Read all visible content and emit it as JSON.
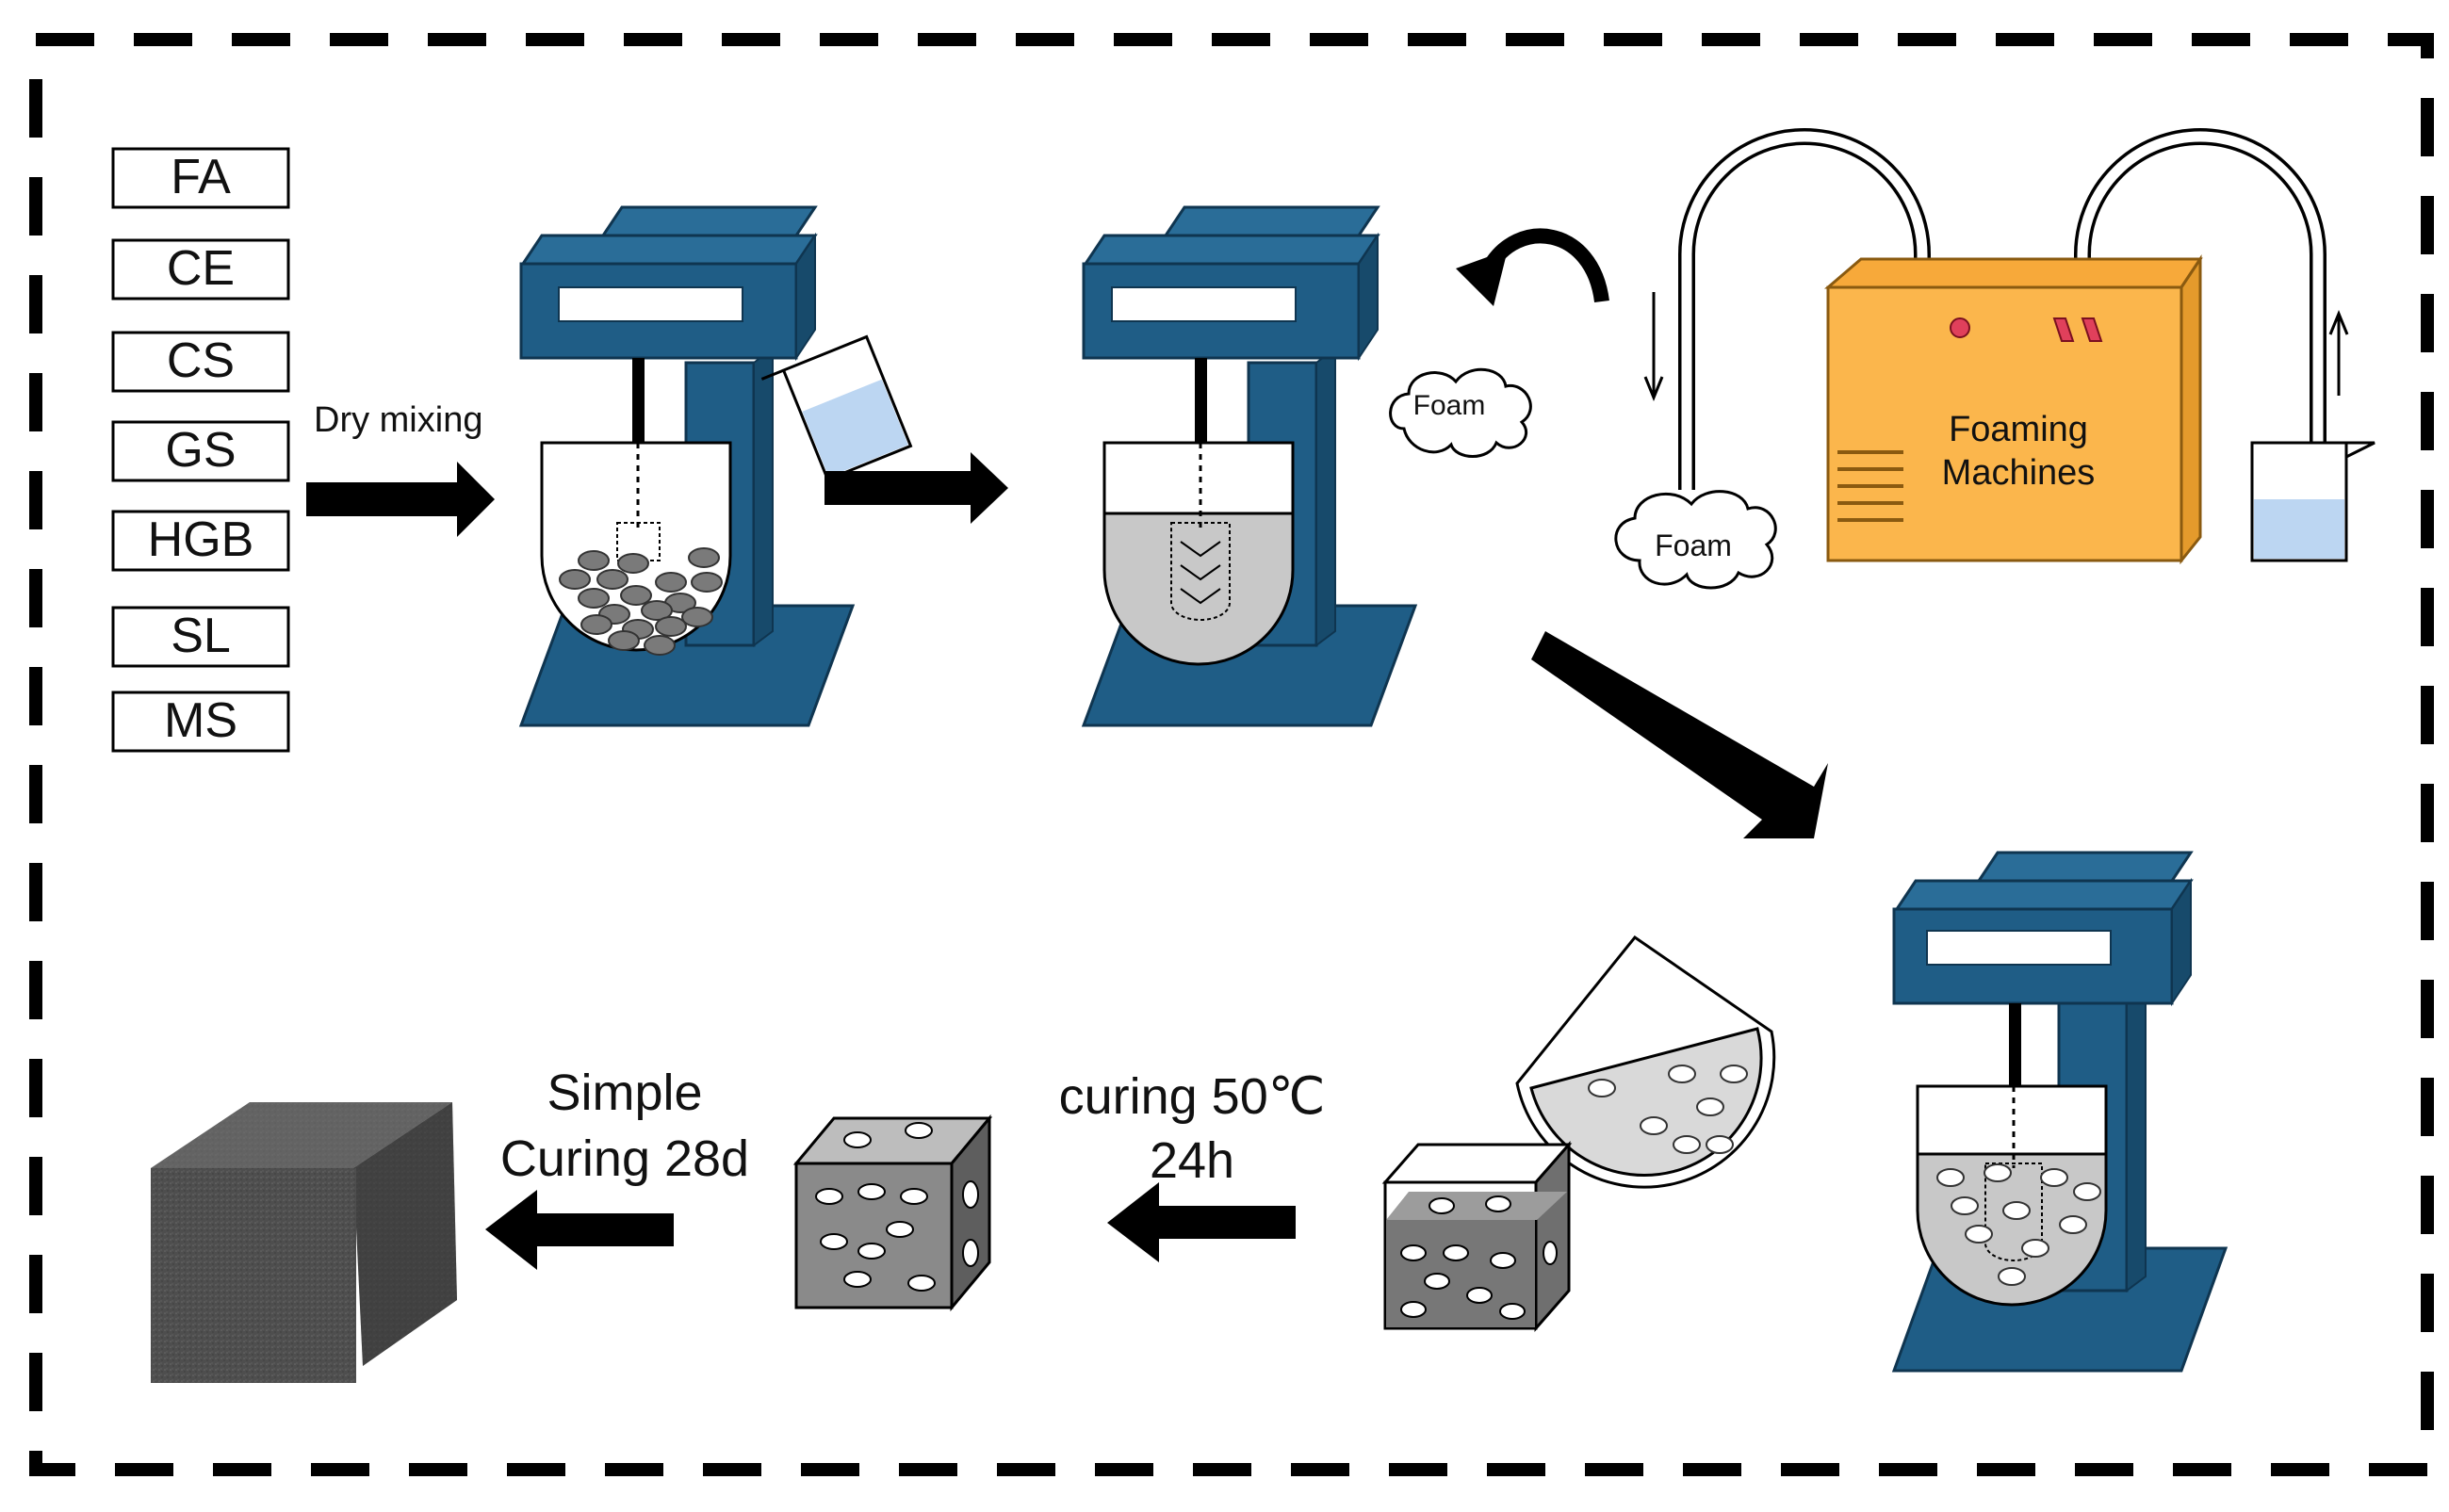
{
  "materials": [
    "FA",
    "CE",
    "CS",
    "GS",
    "HGB",
    "SL",
    "MS"
  ],
  "step_labels": {
    "dry_mixing": "Dry mixing",
    "foam_cloud_1": "Foam",
    "foam_cloud_2": "Foam",
    "foaming_machine_line1": "Foaming",
    "foaming_machine_line2": "Machines",
    "curing_line1": "curing 50℃",
    "curing_line2": "24h",
    "simple_curing_line1": "Simple",
    "simple_curing_line2": "Curing 28d"
  },
  "colors": {
    "mixer_blue": "#1f5d86",
    "machine_orange": "#fbb64c",
    "water_blue": "#bcd6f2",
    "slurry_gray": "#c8c8c8",
    "block_gray": "#5a5a5a"
  }
}
